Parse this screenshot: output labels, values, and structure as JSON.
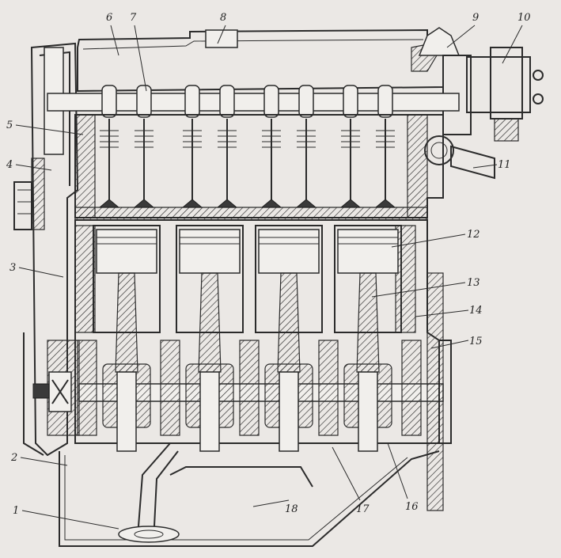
{
  "colors": {
    "paper": "#ebe8e5",
    "ink": "#2b2b2b",
    "shade": "#3a3a3a"
  },
  "callouts": [
    {
      "id": "c1",
      "text": "1"
    },
    {
      "id": "c2",
      "text": "2"
    },
    {
      "id": "c3",
      "text": "3"
    },
    {
      "id": "c4",
      "text": "4"
    },
    {
      "id": "c5",
      "text": "5"
    },
    {
      "id": "c6",
      "text": "6"
    },
    {
      "id": "c7",
      "text": "7"
    },
    {
      "id": "c8",
      "text": "8"
    },
    {
      "id": "c9",
      "text": "9"
    },
    {
      "id": "c10",
      "text": "10"
    },
    {
      "id": "c11",
      "text": "11"
    },
    {
      "id": "c12",
      "text": "12"
    },
    {
      "id": "c13",
      "text": "13"
    },
    {
      "id": "c14",
      "text": "14"
    },
    {
      "id": "c15",
      "text": "15"
    },
    {
      "id": "c16",
      "text": "16"
    },
    {
      "id": "c17",
      "text": "17"
    },
    {
      "id": "c18",
      "text": "18"
    }
  ]
}
